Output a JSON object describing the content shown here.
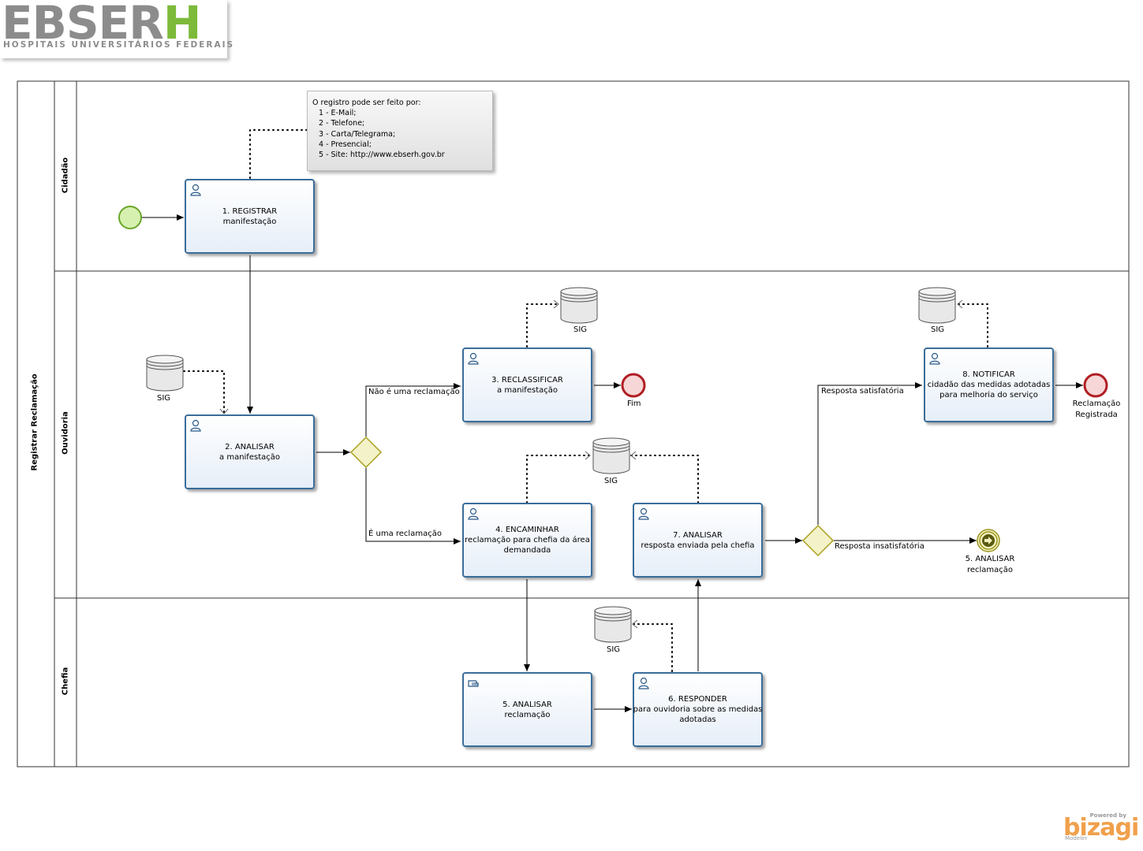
{
  "logo": {
    "main": "EBSER",
    "main_accent": "H",
    "sub": "HOSPITAIS UNIVERSITÁRIOS FEDERAIS"
  },
  "pool": {
    "name": "Registrar Reclamação"
  },
  "lanes": {
    "cidadao": "Cidadão",
    "ouvidoria": "Ouvidoria",
    "chefia": "Chefia"
  },
  "note": {
    "lines": [
      "O registro pode ser feito por:",
      "1 - E-Mail;",
      "2 - Telefone;",
      "3 - Carta/Telegrama;",
      "4 - Presencial;",
      "5 - Site: http://www.ebserh.gov.br"
    ]
  },
  "tasks": {
    "t1": {
      "l1": "1. REGISTRAR",
      "l2": "manifestação"
    },
    "t2": {
      "l1": "2. ANALISAR",
      "l2": "a manifestação"
    },
    "t3": {
      "l1": "3. RECLASSIFICAR",
      "l2": "a manifestação"
    },
    "t4": {
      "l1": "4. ENCAMINHAR",
      "l2": "reclamação para chefia da área",
      "l3": "demandada"
    },
    "t5": {
      "l1": "5. ANALISAR",
      "l2": "reclamação"
    },
    "t6": {
      "l1": "6. RESPONDER",
      "l2": "para ouvidoria sobre as medidas",
      "l3": "adotadas"
    },
    "t7": {
      "l1": "7. ANALISAR",
      "l2": "resposta enviada pela chefia"
    },
    "t8": {
      "l1": "8. NOTIFICAR",
      "l2": "cidadão das medidas adotadas",
      "l3": "para melhoria do serviço"
    }
  },
  "datastore_label": "SIG",
  "flows": {
    "nao_reclamacao": "Não é uma reclamação",
    "e_reclamacao": "É uma reclamação",
    "resp_satisfatoria": "Resposta satisfatória",
    "resp_insatisfatoria": "Resposta insatisfatória"
  },
  "events": {
    "fim": "Fim",
    "reclamacao_registrada_1": "Reclamação",
    "reclamacao_registrada_2": "Registrada",
    "link_1": "5. ANALISAR",
    "link_2": "reclamação"
  },
  "colors": {
    "task_border": "#3a6d9a",
    "start_event": "#8dc63f",
    "end_event": "#c0272d",
    "gateway": "#e8e080",
    "accent_logo": "#7dba3a",
    "bizagi": "#f0a04b"
  },
  "footer": {
    "powered": "Powered by",
    "brand": "bizagi",
    "product": "Modeler"
  }
}
